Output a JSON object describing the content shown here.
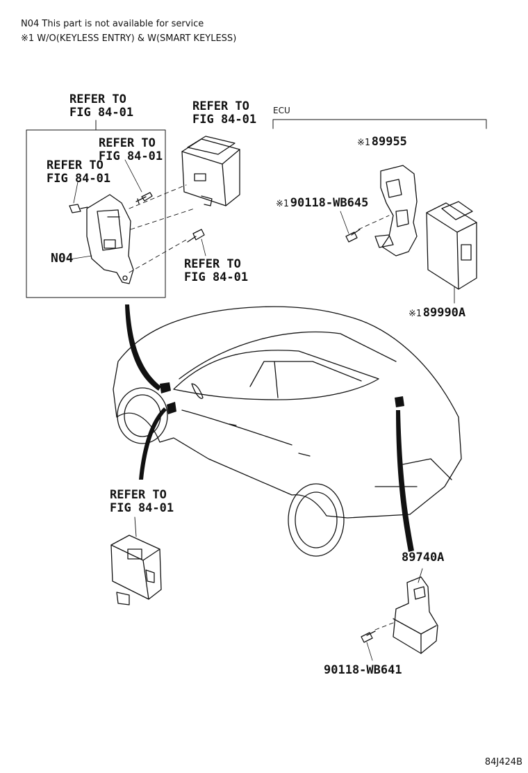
{
  "header": {
    "line1": "N04 This part is not available for service",
    "line2": "※1 W/O(KEYLESS ENTRY) & W(SMART KEYLESS)"
  },
  "refer": {
    "line1": "REFER TO",
    "line2": "FIG 84-01"
  },
  "labels": {
    "n04": "N04",
    "ecu": "ECU",
    "mark": "※1",
    "p89955": "89955",
    "p90118_wb645": "90118-WB645",
    "p89990a": "89990A",
    "p89740a": "89740A",
    "p90118_wb641": "90118-WB641"
  },
  "diagram_code": "84J424B"
}
